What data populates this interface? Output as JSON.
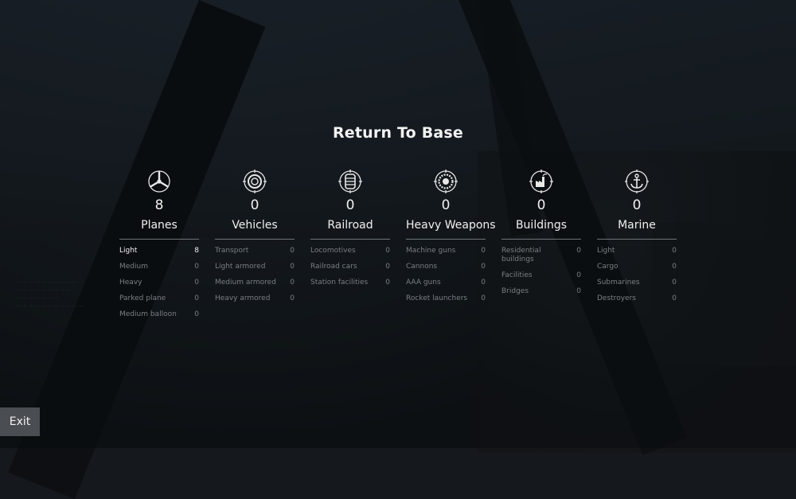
{
  "screen": {
    "title": "Return To Base",
    "exit_label": "Exit"
  },
  "colors": {
    "text_primary": "#f2f2f2",
    "text_dim": "#7b7f84",
    "exit_button": "#4a4d52"
  },
  "categories": [
    {
      "name": "Planes",
      "icon": "propeller-icon",
      "count": "8",
      "rows": [
        {
          "label": "Light",
          "value": "8",
          "active": true
        },
        {
          "label": "Medium",
          "value": "0"
        },
        {
          "label": "Heavy",
          "value": "0"
        },
        {
          "label": "Parked plane",
          "value": "0"
        },
        {
          "label": "Medium balloon",
          "value": "0"
        }
      ]
    },
    {
      "name": "Vehicles",
      "icon": "wheel-target-icon",
      "count": "0",
      "rows": [
        {
          "label": "Transport",
          "value": "0"
        },
        {
          "label": "Light armored",
          "value": "0"
        },
        {
          "label": "Medium armored",
          "value": "0"
        },
        {
          "label": "Heavy armored",
          "value": "0"
        }
      ]
    },
    {
      "name": "Railroad",
      "icon": "rail-target-icon",
      "count": "0",
      "rows": [
        {
          "label": "Locomotives",
          "value": "0"
        },
        {
          "label": "Railroad cars",
          "value": "0"
        },
        {
          "label": "Station facilities",
          "value": "0"
        }
      ]
    },
    {
      "name": "Heavy Weapons",
      "icon": "gun-target-icon",
      "count": "0",
      "rows": [
        {
          "label": "Machine guns",
          "value": "0"
        },
        {
          "label": "Cannons",
          "value": "0"
        },
        {
          "label": "AAA guns",
          "value": "0"
        },
        {
          "label": "Rocket launchers",
          "value": "0"
        }
      ]
    },
    {
      "name": "Buildings",
      "icon": "factory-target-icon",
      "count": "0",
      "rows": [
        {
          "label": "Residential buildings",
          "value": "0"
        },
        {
          "label": "Facilities",
          "value": "0"
        },
        {
          "label": "Bridges",
          "value": "0"
        }
      ]
    },
    {
      "name": "Marine",
      "icon": "anchor-target-icon",
      "count": "0",
      "rows": [
        {
          "label": "Light",
          "value": "0"
        },
        {
          "label": "Cargo",
          "value": "0"
        },
        {
          "label": "Submarines",
          "value": "0"
        },
        {
          "label": "Destroyers",
          "value": "0"
        }
      ]
    }
  ]
}
